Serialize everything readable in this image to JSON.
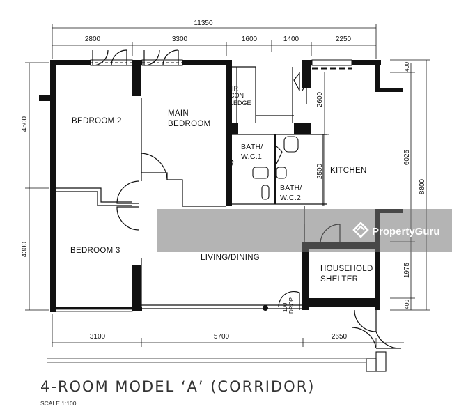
{
  "dimensions": {
    "overall_top": "11350",
    "top": [
      "2800",
      "3300",
      "1600",
      "1400",
      "2250"
    ],
    "bottom": [
      "3100",
      "5700",
      "2650"
    ],
    "left": [
      "4500",
      "4300"
    ],
    "right_outer": [
      "8800"
    ],
    "right_inner": [
      "400",
      "6025",
      "1975",
      "400"
    ],
    "kitchen_inner": [
      "2600",
      "2500"
    ]
  },
  "rooms": {
    "bedroom2": "BEDROOM 2",
    "main_bedroom_1": "MAIN",
    "main_bedroom_2": "BEDROOM",
    "bedroom3": "BEDROOM 3",
    "living": "LIVING/DINING",
    "kitchen": "KITCHEN",
    "shelter_1": "HOUSEHOLD",
    "shelter_2": "SHELTER",
    "bath1_1": "BATH/",
    "bath1_2": "W.C.1",
    "bath2_1": "BATH/",
    "bath2_2": "W.C.2",
    "aircon_1": "AIR",
    "aircon_2": "CON",
    "aircon_3": "LEDGE",
    "refuse_1": "100",
    "refuse_2": "DROP"
  },
  "title": "4-ROOM MODEL ‘A’ (CORRIDOR)",
  "scale": "SCALE 1:100",
  "watermark": "PropertyGuru"
}
